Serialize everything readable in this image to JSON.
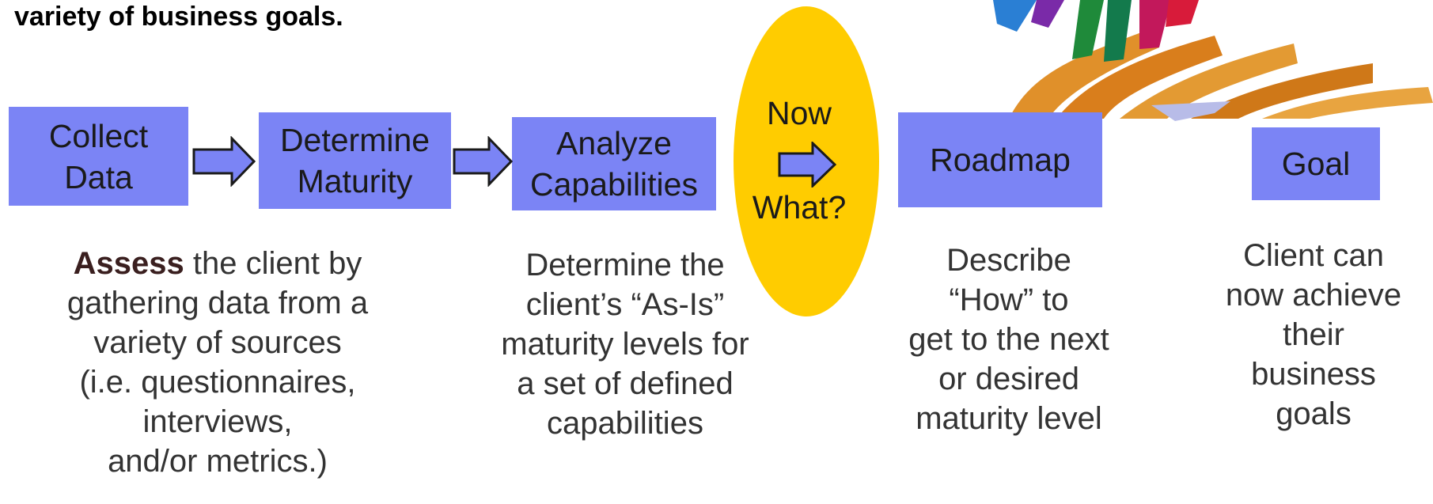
{
  "heading": "variety of business goals.",
  "colors": {
    "box": "#7b84f5",
    "arrow_fill": "#7b84f5",
    "arrow_stroke": "#1a1a1a",
    "oval": "#ffcc00",
    "text": "#333333"
  },
  "steps": [
    {
      "label": "Collect\nData"
    },
    {
      "label": "Determine\nMaturity"
    },
    {
      "label": "Analyze\nCapabilities"
    },
    {
      "label": "Roadmap"
    },
    {
      "label": "Goal"
    }
  ],
  "oval": {
    "top": "Now",
    "bottom": "What?"
  },
  "descriptions": {
    "assess": {
      "bold": "Assess",
      "rest": " the client by\ngathering data from a\nvariety of sources\n(i.e. questionnaires,\ninterviews,\nand/or metrics.)"
    },
    "analyze": "Determine the\nclient’s “As-Is”\nmaturity levels for\na set of defined\ncapabilities",
    "roadmap": "Describe\n“How” to\nget to the next\nor desired\nmaturity level",
    "goal": "Client can\nnow achieve\ntheir\nbusiness\ngoals"
  },
  "clipart_icon": "hands-clipart-icon"
}
